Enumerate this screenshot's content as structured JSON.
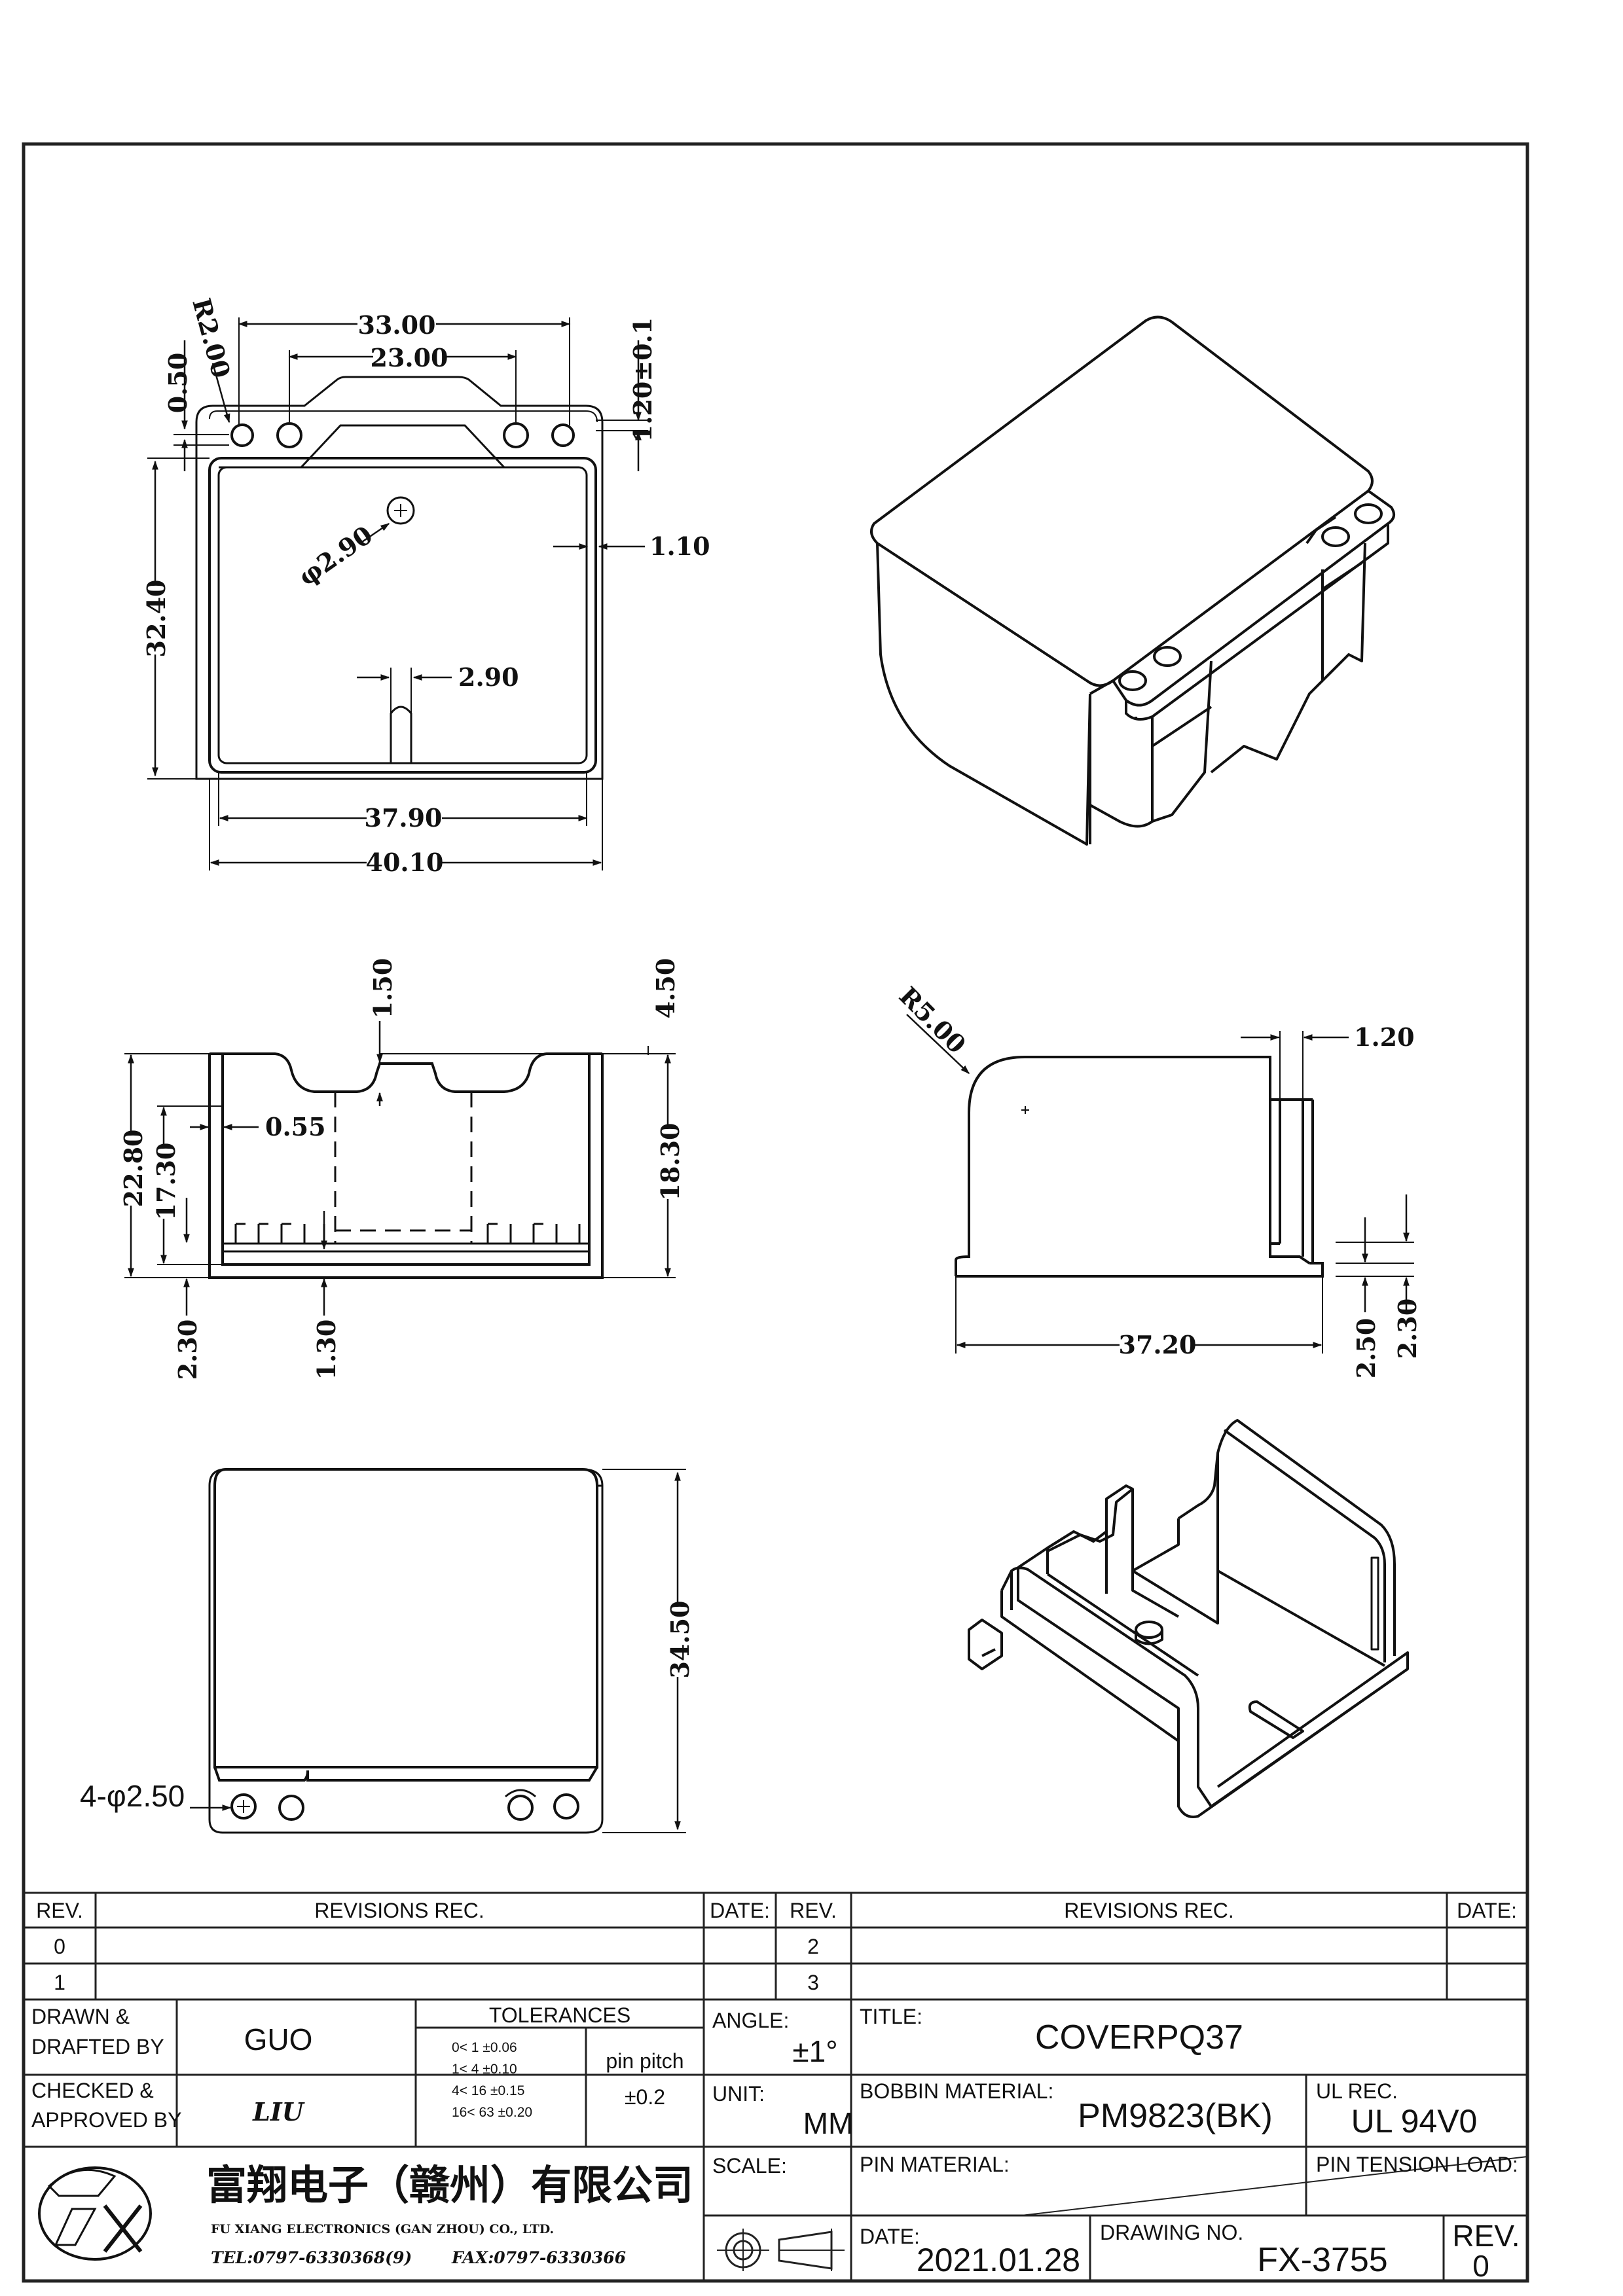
{
  "drawing": {
    "top_view": {
      "dims": {
        "d33": "33.00",
        "d23": "23.00",
        "d120": "1.20±0.1",
        "d050": "0.50",
        "r2": "R2.00",
        "d110": "1.10",
        "d290h": "φ2.90",
        "d290": "2.90",
        "d3240": "32.40",
        "d3790": "37.90",
        "d4010": "40.10"
      }
    },
    "front_view": {
      "dims": {
        "d150": "1.50",
        "d450": "4.50",
        "d2280": "22.80",
        "d1730": "17.30",
        "d055": "0.55",
        "d1830": "18.30",
        "d230": "2.30",
        "d130": "1.30"
      }
    },
    "side_view": {
      "dims": {
        "r5": "R5.00",
        "d120": "1.20",
        "d3720": "37.20",
        "d250": "2.50",
        "d230": "2.30"
      }
    },
    "bottom_view": {
      "dims": {
        "d3450": "34.50",
        "holes": "4-φ2.50"
      }
    }
  },
  "title_block": {
    "revisions_left": {
      "headers": [
        "REV.",
        "REVISIONS   REC.",
        "DATE:"
      ],
      "rows": [
        "0",
        "1"
      ]
    },
    "revisions_right": {
      "headers": [
        "REV.",
        "REVISIONS   REC.",
        "DATE:"
      ],
      "rows": [
        "2",
        "3"
      ]
    },
    "drawn_label_1": "DRAWN &",
    "drawn_label_2": "DRAFTED BY",
    "drawn_value": "GUO",
    "checked_label_1": "CHECKED &",
    "checked_label_2": "APPROVED BY",
    "checked_value": "LIU",
    "tolerances_label": "TOLERANCES",
    "tolerance_rows": [
      "0<   1    ±0.06",
      "1<   4    ±0.10",
      "4<  16  ±0.15",
      "16<  63  ±0.20"
    ],
    "pin_pitch_label": "pin  pitch",
    "pin_pitch_value": "±0.2",
    "angle_label": "ANGLE:",
    "angle_value": "±1°",
    "unit_label": "UNIT:",
    "unit_value": "MM",
    "scale_label": "SCALE:",
    "title_label": "TITLE:",
    "title_value": "COVERPQ37",
    "bobbin_label": "BOBBIN  MATERIAL:",
    "bobbin_value": "PM9823(BK)",
    "ul_label": "UL  REC.",
    "ul_value": "UL  94V0",
    "pin_material_label": "PIN  MATERIAL:",
    "pin_tension_label": "PIN  TENSION  LOAD:",
    "date_label": "DATE:",
    "date_value": "2021.01.28",
    "drawing_no_label": "DRAWING  NO.",
    "drawing_no_value": "FX-3755",
    "rev_label": "REV.",
    "rev_value": "0",
    "company_cn": "富翔电子（赣州）有限公司",
    "company_en": "FU XIANG ELECTRONICS (GAN ZHOU) CO., LTD.",
    "tel": "TEL:0797-6330368(9)",
    "fax": "FAX:0797-6330366"
  }
}
